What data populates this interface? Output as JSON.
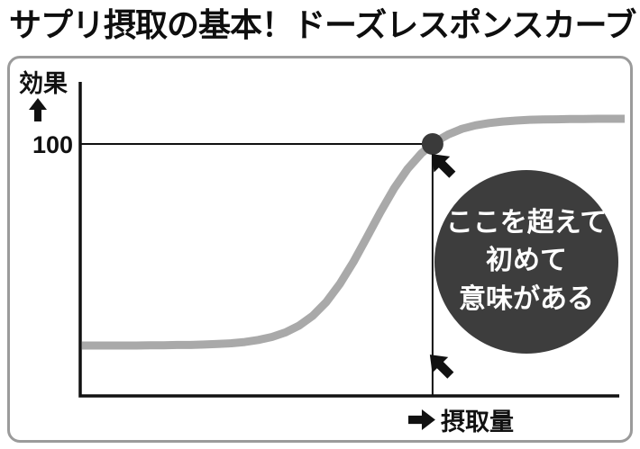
{
  "page": {
    "title": "サプリ摂取の基本！ドーズレスポンスカーブ"
  },
  "chart_data": {
    "type": "line",
    "title": "サプリ摂取の基本！ドーズレスポンスカーブ",
    "xlabel": "摂取量",
    "ylabel": "効果",
    "x": [
      0,
      0.25,
      0.5,
      0.75,
      1,
      1.25,
      1.5,
      1.75,
      2,
      2.25,
      2.5,
      2.75,
      3,
      3.25,
      3.5,
      3.75,
      4,
      4.25,
      4.5,
      4.75,
      5,
      5.25,
      5.5,
      5.75,
      6,
      6.25,
      6.5,
      6.75,
      7,
      7.25,
      7.5,
      7.75,
      8,
      8.25,
      8.5,
      8.75,
      9,
      9.25,
      9.5,
      9.75,
      10
    ],
    "y": [
      20,
      20,
      20,
      20,
      20,
      20.1,
      20.1,
      20.2,
      20.2,
      20.4,
      20.6,
      20.9,
      21.4,
      22.2,
      23.4,
      25.2,
      27.9,
      31.8,
      37.2,
      44.4,
      53.1,
      63,
      73,
      82.3,
      90.1,
      96.2,
      100.7,
      103.8,
      106,
      107.4,
      108.3,
      108.9,
      109.3,
      109.6,
      109.7,
      109.8,
      109.9,
      109.9,
      110,
      110,
      110
    ],
    "xlim": [
      0,
      10
    ],
    "ylim": [
      0,
      125
    ],
    "grid": false,
    "yticks": [
      {
        "value": 100,
        "label": "100"
      }
    ],
    "curve_color": "#a9a9a9",
    "axis_color": "#111111",
    "threshold": {
      "x": 6.46,
      "y": 100,
      "marker_color": "#3a3a3a"
    },
    "annotation": {
      "lines": [
        "ここを超えて",
        "初めて",
        "意味がある"
      ],
      "bg_color": "#3d3d3d",
      "text_color": "#ffffff"
    }
  }
}
